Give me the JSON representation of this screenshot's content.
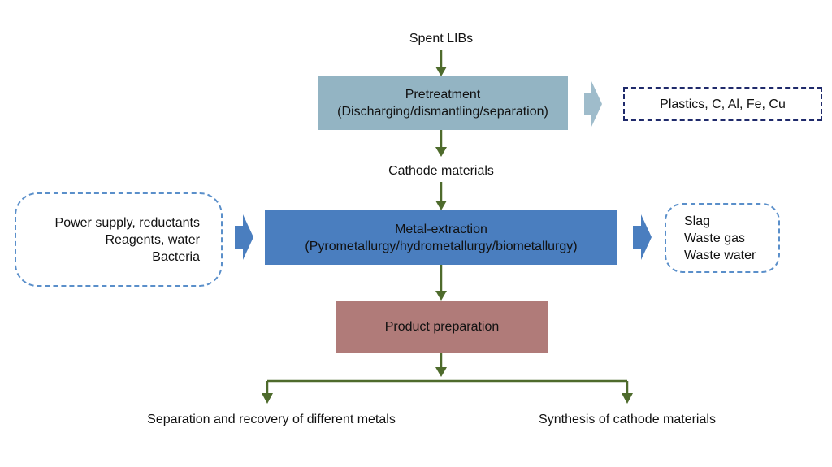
{
  "nodes": {
    "spent_libs": "Spent LIBs",
    "pretreatment": {
      "title": "Pretreatment",
      "subtitle": "(Discharging/dismantling/separation)"
    },
    "byproducts": "Plastics, C, Al, Fe, Cu",
    "cathode_materials": "Cathode materials",
    "inputs": [
      "Power supply, reductants",
      "Reagents, water",
      "Bacteria"
    ],
    "metal_extraction": {
      "title": "Metal-extraction",
      "subtitle": "(Pyrometallurgy/hydrometallurgy/biometallurgy)"
    },
    "outputs": [
      "Slag",
      "Waste gas",
      "Waste water"
    ],
    "product_preparation": "Product preparation",
    "result_left": "Separation and recovery of different metals",
    "result_right": "Synthesis of cathode materials"
  },
  "colors": {
    "connector": "#4e6b2c",
    "pretreatment_fill": "#93b4c3",
    "metal_fill": "#4a7ebf",
    "product_fill": "#b07b79",
    "light_arrow": "#9fbccb",
    "blue_arrow": "#4a7ebf",
    "navy_dash": "#1f2a6b",
    "blue_dash": "#5a8fca"
  }
}
